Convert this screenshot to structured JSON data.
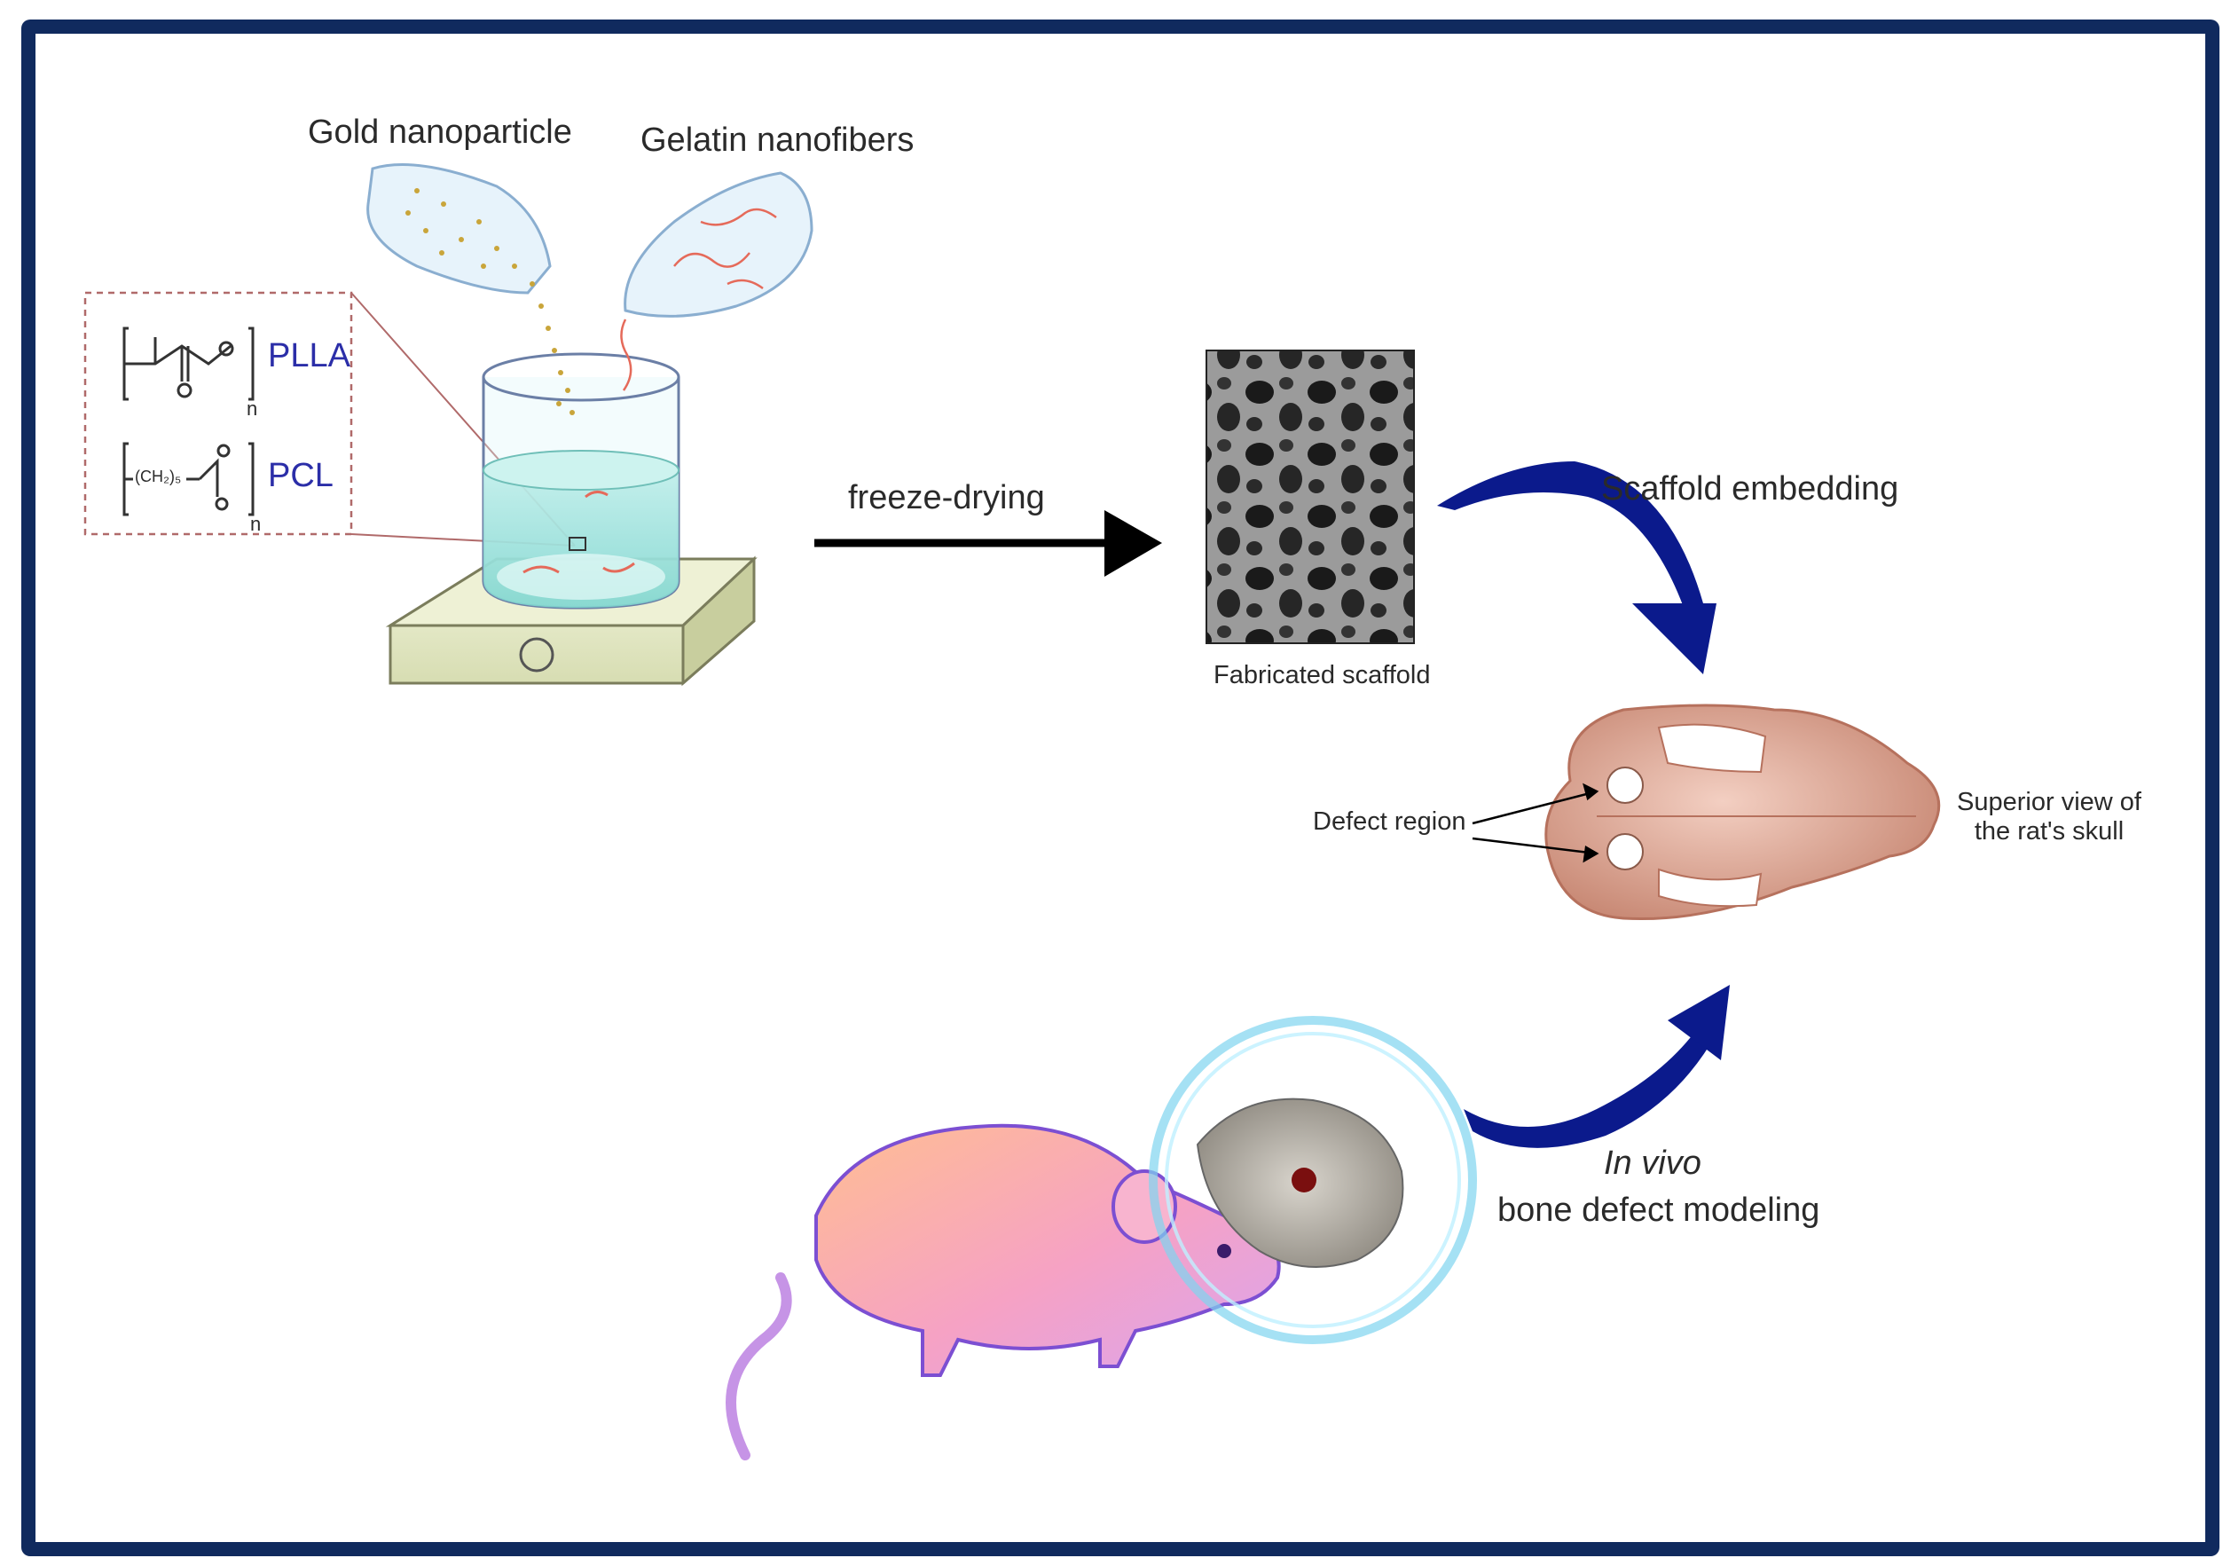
{
  "labels": {
    "gold": "Gold nanoparticle",
    "gelatin": "Gelatin nanofibers",
    "plla": "PLLA",
    "pcl": "PCL",
    "pcl_group": "(CH₂)₅",
    "subscript_n": "n",
    "freeze": "freeze-drying",
    "fabricated": "Fabricated scaffold",
    "embedding": "Scaffold embedding",
    "defect": "Defect region",
    "superior_line1": "Superior view of",
    "superior_line2": "the rat's skull",
    "invivo": "In vivo",
    "modeling": "bone defect modeling"
  },
  "colors": {
    "frame": "#102a5e",
    "arrow_blue": "#0b1a8c",
    "polymer_text": "#2b2ea8",
    "skull": "#d9a393",
    "rat": "#f2a6c9"
  }
}
